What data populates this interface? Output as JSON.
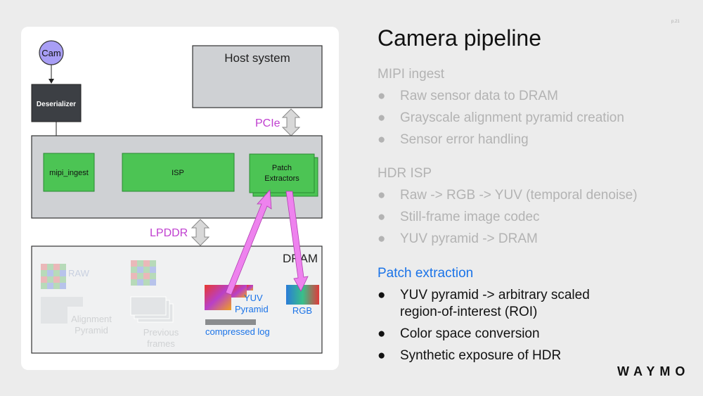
{
  "title": "Camera pipeline",
  "page_number": "p.21",
  "logo": "WAYMO",
  "diagram": {
    "cam": "Cam",
    "deserializer": "Deserializer",
    "host_system": "Host system",
    "pcie": "PCIe",
    "mipi_ingest": "mipi_ingest",
    "isp": "ISP",
    "patch_extractors_line1": "Patch",
    "patch_extractors_line2": "Extractors",
    "lpddr": "LPDDR",
    "dram": "DRAM",
    "raw": "RAW",
    "alignment_line1": "Alignment",
    "alignment_line2": "Pyramid",
    "previous_line1": "Previous",
    "previous_line2": "frames",
    "yuv_line1": "YUV",
    "yuv_line2": "Pyramid",
    "rgb": "RGB",
    "compressed_log": "compressed log",
    "colors": {
      "green": "#4cc454",
      "magenta": "#ee82ee",
      "lavender": "#a89ef5",
      "dark_box": "#3c3f44",
      "gray_box": "#cfd1d4",
      "blue_text": "#1a73e8",
      "pcie_text": "#c040d0"
    }
  },
  "sections": [
    {
      "heading": "MIPI ingest",
      "items": [
        "Raw sensor data to DRAM",
        "Grayscale alignment pyramid creation",
        "Sensor error handling"
      ]
    },
    {
      "heading": "HDR ISP",
      "items": [
        "Raw -> RGB -> YUV (temporal denoise)",
        "Still-frame image codec",
        "YUV pyramid -> DRAM"
      ]
    },
    {
      "heading": "Patch extraction",
      "items": [
        "YUV pyramid -> arbitrary scaled",
        "region-of-interest (ROI)",
        "Color space conversion",
        "Synthetic exposure of HDR"
      ]
    }
  ]
}
